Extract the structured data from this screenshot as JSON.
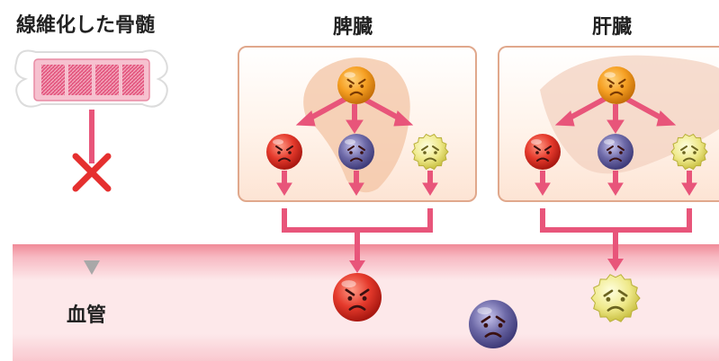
{
  "labels": {
    "fibrotic_marrow": "線維化した骨髄",
    "spleen": "脾臓",
    "liver": "肝臓",
    "blood_vessel": "血管"
  },
  "colors": {
    "angry_cell": "#e53a2c",
    "sad_cell": "#6e6aa8",
    "worried_cell": "#e8e070",
    "origin_cell": "#f6a023",
    "arrow": "#e8557a",
    "blocked_mark": "#e5302f",
    "vessel": "#f7c9cf"
  },
  "icons": {
    "origin": "angry-orange-cell-icon",
    "red": "angry-red-cell-icon",
    "purple": "sad-purple-cell-icon",
    "yellow": "worried-yellow-cell-icon",
    "blocked": "x-mark-icon"
  }
}
